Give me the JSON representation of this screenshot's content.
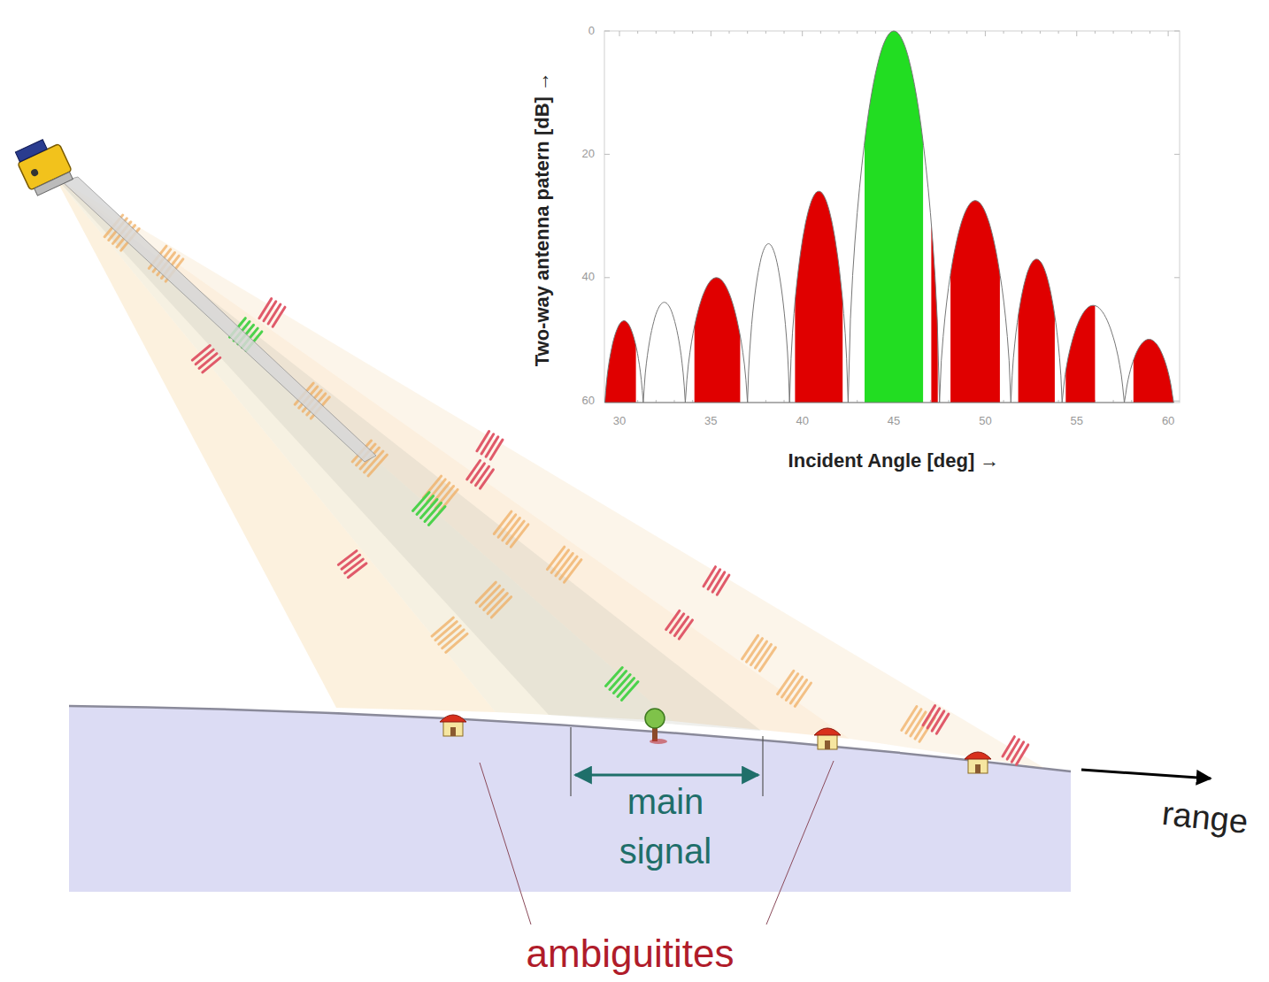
{
  "diagram": {
    "labels": [
      "Two-way antenna patern [dB] →",
      "0",
      "20",
      "40",
      "60",
      "30",
      "35",
      "40",
      "45",
      "50",
      "55",
      "60",
      "Incident Angle [deg] →",
      "main signal",
      "range",
      "ambiguitites"
    ]
  }
}
